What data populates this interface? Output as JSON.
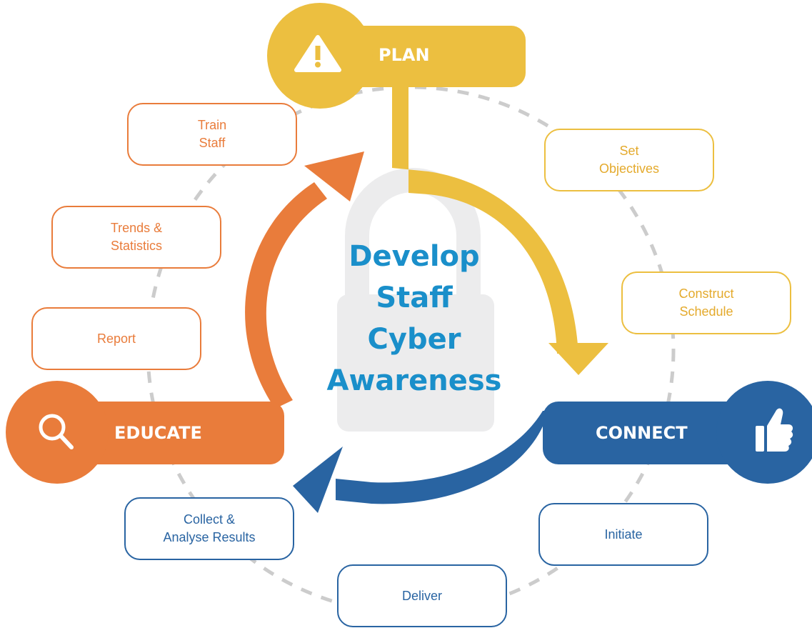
{
  "title_lines": [
    "Develop",
    "Staff",
    "Cyber",
    "Awareness"
  ],
  "stages": {
    "plan": {
      "label": "PLAN",
      "icon": "warning-icon",
      "color": "#ecbf40"
    },
    "connect": {
      "label": "CONNECT",
      "icon": "thumbs-up-icon",
      "color": "#2964a2"
    },
    "educate": {
      "label": "EDUCATE",
      "icon": "search-icon",
      "color": "#e97c3b"
    }
  },
  "steps": {
    "set_objectives": [
      "Set",
      "Objectives"
    ],
    "construct_schedule": [
      "Construct",
      "Schedule"
    ],
    "initiate": [
      "Initiate"
    ],
    "deliver": [
      "Deliver"
    ],
    "collect_analyse": [
      "Collect &",
      "Analyse Results"
    ],
    "report": [
      "Report"
    ],
    "trends_statistics": [
      "Trends &",
      "Statistics"
    ],
    "train_staff": [
      "Train",
      "Staff"
    ]
  },
  "background_icon": "padlock-icon",
  "colors": {
    "title": "#1a8fca",
    "ring": "#cccccc"
  }
}
